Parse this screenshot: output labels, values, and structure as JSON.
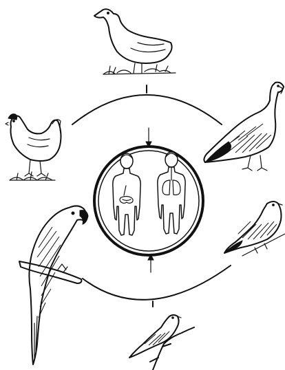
{
  "figure": {
    "center": "human-figures-digestive-and-respiratory",
    "surrounding": [
      "duck",
      "turkey",
      "pigeon",
      "canary",
      "parrot",
      "chicken"
    ],
    "line_color": "#111111",
    "background": "#ffffff"
  }
}
